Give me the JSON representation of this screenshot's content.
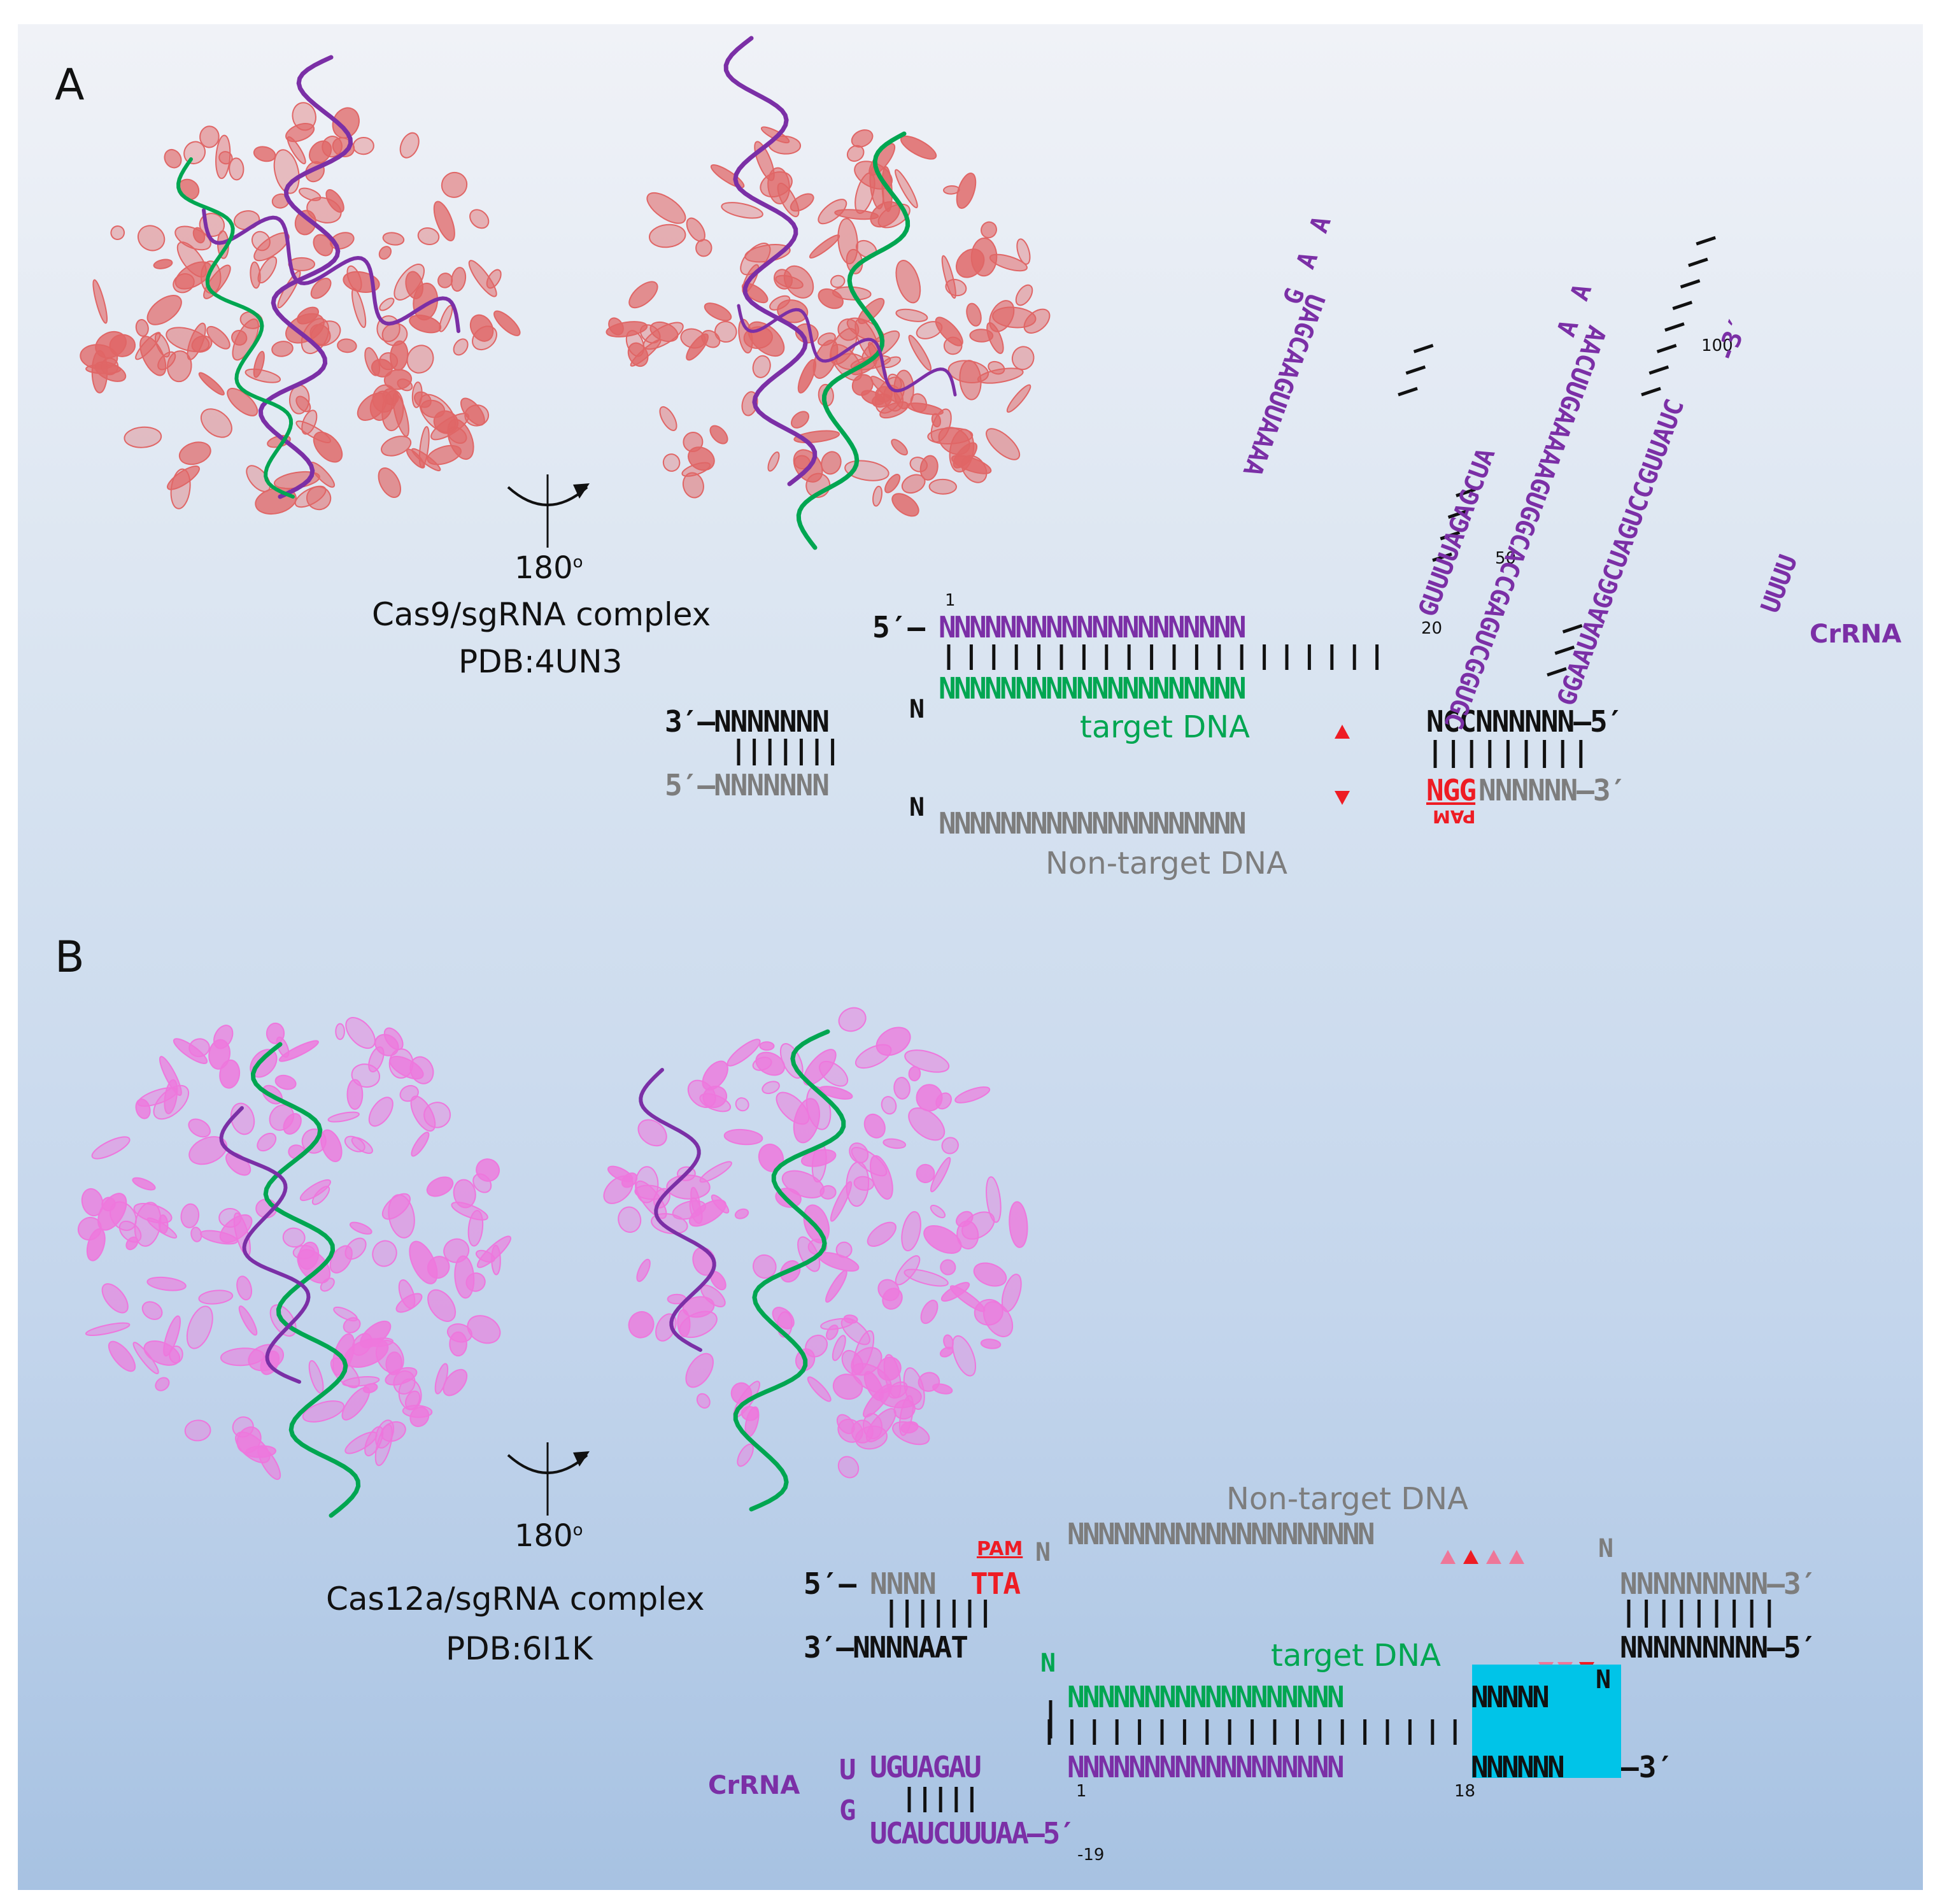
{
  "colors": {
    "protein_cas9": "#e06666",
    "protein_cas12a": "#ee77dd",
    "rna": "#7b2fa6",
    "target_dna": "#00a651",
    "nontarget_dna": "#7d7d7d",
    "pam": "#ee1c24",
    "seed_highlight": "#00c4e8"
  },
  "icons": [
    "rotation-arrow-icon",
    "cleavage-site-triangle-icon"
  ],
  "panelA": {
    "label": "A",
    "rotation": "180",
    "rotation_unit": "o",
    "complex": "Cas9/sgRNA complex",
    "pdb": "PDB:4UN3",
    "crrna_5": "5′–",
    "crrna_seq": "NNNNNNNNNNNNNNNNNNNN",
    "pos1": "1",
    "pos20": "20",
    "pos50": "50",
    "pos100": "100",
    "target_seq": "NNNNNNNNNNNNNNNNNNNN",
    "target_label": "target DNA",
    "left_top": "3′–NNNNNNN",
    "left_bottom": "5′–NNNNNNN",
    "left_N_top": "N",
    "left_N_bottom": "N",
    "nontarget_seq": "NNNNNNNNNNNNNNNNNNNN",
    "nontarget_label": "Non-target DNA",
    "right_top": "NCCNNNNNN–5′",
    "pam_seq": "NGG",
    "right_bottom_rest": "NNNNNN–3′",
    "pam_label": "PAM",
    "crrna_label": "CrRNA",
    "hairpins": [
      {
        "strand1": "GUUUUAGAGCUA",
        "loop": "G A A",
        "strand2": "UAGCAAGUUAAAA"
      },
      {
        "strand1": "GGAAUAAGGCUAGUCCGUUAUC",
        "loop": "A A",
        "strand2": "AACUUGAAAAAGUGGCACCGAGUCGGUGC"
      },
      {
        "strand1": "UUUU",
        "loop": "",
        "strand2": "-3′"
      }
    ]
  },
  "panelB": {
    "label": "B",
    "rotation": "180",
    "rotation_unit": "o",
    "complex": "Cas12a/sgRNA complex",
    "pdb": "PDB:6I1K",
    "nontarget_label": "Non-target DNA",
    "nontarget_seq": "NNNNNNNNNNNNNNNNNNNN",
    "nontarget_N_left": "N",
    "nontarget_N_right": "N",
    "pam_label": "PAM",
    "top_5": "5′–",
    "top_nnnn": "NNNN",
    "pam_seq": "TTA",
    "bottom_left": "3′–NNNNAAT",
    "target_N": "N",
    "right_top": "NNNNNNNNN–3′",
    "right_bottom": "NNNNNNNNN–5′",
    "right_N": "N",
    "target_label": "target DNA",
    "target_seq_green": "NNNNNNNNNNNNNNNNNN",
    "target_seq_black": "NNNNN",
    "crrna_label": "CrRNA",
    "crrna_loop_u": "U",
    "crrna_loop_g": "G",
    "crrna_top": "UGUAGAU",
    "crrna_seq": "NNNNNNNNNNNNNNNNNN",
    "crrna_tail": "NNNNNN",
    "crrna_3": "–3′",
    "crrna_bottom": "UCAUCUUUAA–5′",
    "pos1": "1",
    "pos18": "18",
    "pos_neg19": "-19"
  }
}
